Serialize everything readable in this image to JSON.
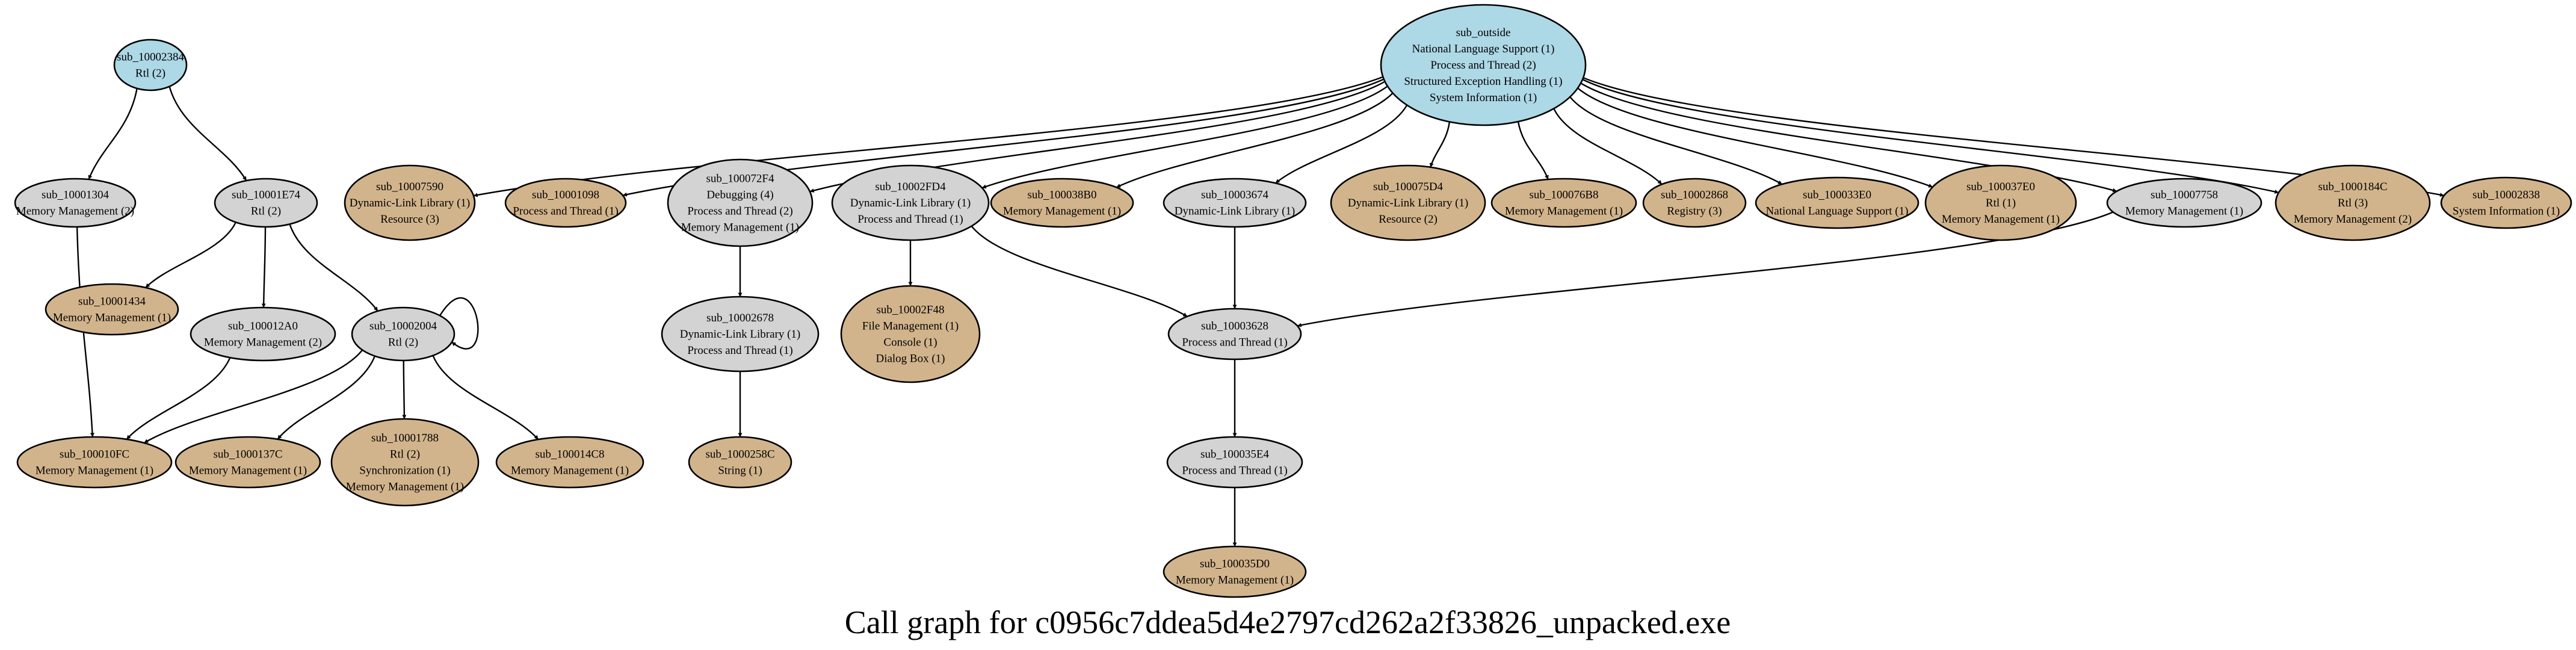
{
  "title": "Call graph for c0956c7ddea5d4e2797cd262a2f33826_unpacked.exe",
  "colors": {
    "root": "#add8e6",
    "internal": "#d3d3d3",
    "leaf": "#d2b48c"
  },
  "nodes": [
    {
      "id": "sub_10002384",
      "kind": "root",
      "lines": [
        "Rtl (2)"
      ]
    },
    {
      "id": "sub_10001304",
      "kind": "internal",
      "lines": [
        "Memory Management (2)"
      ]
    },
    {
      "id": "sub_10001E74",
      "kind": "internal",
      "lines": [
        "Rtl (2)"
      ]
    },
    {
      "id": "sub_10001434",
      "kind": "leaf",
      "lines": [
        "Memory Management (1)"
      ]
    },
    {
      "id": "sub_100012A0",
      "kind": "internal",
      "lines": [
        "Memory Management (2)"
      ]
    },
    {
      "id": "sub_10002004",
      "kind": "internal",
      "lines": [
        "Rtl (2)"
      ]
    },
    {
      "id": "sub_100010FC",
      "kind": "leaf",
      "lines": [
        "Memory Management (1)"
      ]
    },
    {
      "id": "sub_1000137C",
      "kind": "leaf",
      "lines": [
        "Memory Management (1)"
      ]
    },
    {
      "id": "sub_10001788",
      "kind": "leaf",
      "lines": [
        "Rtl (2)",
        "Synchronization (1)",
        "Memory Management (1)"
      ]
    },
    {
      "id": "sub_100014C8",
      "kind": "leaf",
      "lines": [
        "Memory Management (1)"
      ]
    },
    {
      "id": "sub_outside",
      "kind": "root",
      "lines": [
        "National Language Support (1)",
        "Process and Thread (2)",
        "Structured Exception Handling (1)",
        "System Information (1)"
      ]
    },
    {
      "id": "sub_10007590",
      "kind": "leaf",
      "lines": [
        "Dynamic-Link Library (1)",
        "Resource (3)"
      ]
    },
    {
      "id": "sub_10001098",
      "kind": "leaf",
      "lines": [
        "Process and Thread (1)"
      ]
    },
    {
      "id": "sub_100072F4",
      "kind": "internal",
      "lines": [
        "Debugging (4)",
        "Process and Thread (2)",
        "Memory Management (1)"
      ]
    },
    {
      "id": "sub_10002FD4",
      "kind": "internal",
      "lines": [
        "Dynamic-Link Library (1)",
        "Process and Thread (1)"
      ]
    },
    {
      "id": "sub_100038B0",
      "kind": "leaf",
      "lines": [
        "Memory Management (1)"
      ]
    },
    {
      "id": "sub_10003674",
      "kind": "internal",
      "lines": [
        "Dynamic-Link Library (1)"
      ]
    },
    {
      "id": "sub_100075D4",
      "kind": "leaf",
      "lines": [
        "Dynamic-Link Library (1)",
        "Resource (2)"
      ]
    },
    {
      "id": "sub_100076B8",
      "kind": "leaf",
      "lines": [
        "Memory Management (1)"
      ]
    },
    {
      "id": "sub_10002868",
      "kind": "leaf",
      "lines": [
        "Registry (3)"
      ]
    },
    {
      "id": "sub_100033E0",
      "kind": "leaf",
      "lines": [
        "National Language Support (1)"
      ]
    },
    {
      "id": "sub_100037E0",
      "kind": "leaf",
      "lines": [
        "Rtl (1)",
        "Memory Management (1)"
      ]
    },
    {
      "id": "sub_10007758",
      "kind": "internal",
      "lines": [
        "Memory Management (1)"
      ]
    },
    {
      "id": "sub_1000184C",
      "kind": "leaf",
      "lines": [
        "Rtl (3)",
        "Memory Management (2)"
      ]
    },
    {
      "id": "sub_10002838",
      "kind": "leaf",
      "lines": [
        "System Information (1)"
      ]
    },
    {
      "id": "sub_10002678",
      "kind": "internal",
      "lines": [
        "Dynamic-Link Library (1)",
        "Process and Thread (1)"
      ]
    },
    {
      "id": "sub_10002F48",
      "kind": "leaf",
      "lines": [
        "File Management (1)",
        "Console (1)",
        "Dialog Box (1)"
      ]
    },
    {
      "id": "sub_10003628",
      "kind": "internal",
      "lines": [
        "Process and Thread (1)"
      ]
    },
    {
      "id": "sub_1000258C",
      "kind": "leaf",
      "lines": [
        "String (1)"
      ]
    },
    {
      "id": "sub_100035E4",
      "kind": "internal",
      "lines": [
        "Process and Thread (1)"
      ]
    },
    {
      "id": "sub_100035D0",
      "kind": "leaf",
      "lines": [
        "Memory Management (1)"
      ]
    }
  ],
  "edges": [
    {
      "from": "sub_10002384",
      "to": "sub_10001304"
    },
    {
      "from": "sub_10002384",
      "to": "sub_10001E74"
    },
    {
      "from": "sub_10001E74",
      "to": "sub_10001434"
    },
    {
      "from": "sub_10001E74",
      "to": "sub_100012A0"
    },
    {
      "from": "sub_10001E74",
      "to": "sub_10002004"
    },
    {
      "from": "sub_10001304",
      "to": "sub_100010FC"
    },
    {
      "from": "sub_100012A0",
      "to": "sub_100010FC"
    },
    {
      "from": "sub_10002004",
      "to": "sub_100010FC"
    },
    {
      "from": "sub_10002004",
      "to": "sub_1000137C"
    },
    {
      "from": "sub_10002004",
      "to": "sub_10001788"
    },
    {
      "from": "sub_10002004",
      "to": "sub_100014C8"
    },
    {
      "from": "sub_10002004",
      "to": "sub_10002004"
    },
    {
      "from": "sub_outside",
      "to": "sub_10007590"
    },
    {
      "from": "sub_outside",
      "to": "sub_10001098"
    },
    {
      "from": "sub_outside",
      "to": "sub_100072F4"
    },
    {
      "from": "sub_outside",
      "to": "sub_10002FD4"
    },
    {
      "from": "sub_outside",
      "to": "sub_100038B0"
    },
    {
      "from": "sub_outside",
      "to": "sub_10003674"
    },
    {
      "from": "sub_outside",
      "to": "sub_100075D4"
    },
    {
      "from": "sub_outside",
      "to": "sub_100076B8"
    },
    {
      "from": "sub_outside",
      "to": "sub_10002868"
    },
    {
      "from": "sub_outside",
      "to": "sub_100033E0"
    },
    {
      "from": "sub_outside",
      "to": "sub_100037E0"
    },
    {
      "from": "sub_outside",
      "to": "sub_10007758"
    },
    {
      "from": "sub_outside",
      "to": "sub_1000184C"
    },
    {
      "from": "sub_outside",
      "to": "sub_10002838"
    },
    {
      "from": "sub_100072F4",
      "to": "sub_10002678"
    },
    {
      "from": "sub_10002678",
      "to": "sub_1000258C"
    },
    {
      "from": "sub_10002FD4",
      "to": "sub_10002F48"
    },
    {
      "from": "sub_10002FD4",
      "to": "sub_10003628"
    },
    {
      "from": "sub_10003674",
      "to": "sub_10003628"
    },
    {
      "from": "sub_10007758",
      "to": "sub_10003628"
    },
    {
      "from": "sub_10003628",
      "to": "sub_100035E4"
    },
    {
      "from": "sub_100035E4",
      "to": "sub_100035D0"
    }
  ]
}
